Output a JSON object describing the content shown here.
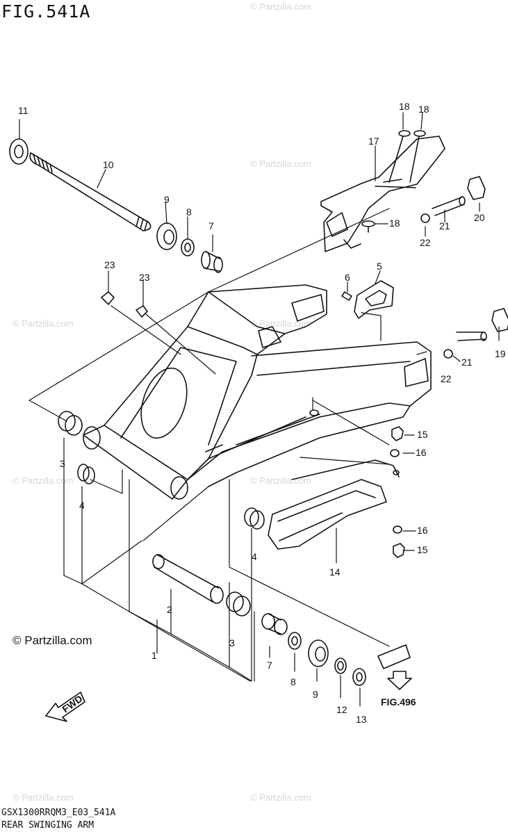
{
  "figure": {
    "title": "FIG.541A",
    "code": "GSX1300RRQM3_E03_541A",
    "caption": "REAR SWINGING ARM",
    "copyright": "© Partzilla.com",
    "watermark": "© Partzilla.com",
    "reference": "FIG.496",
    "fwd_label": "FWD"
  },
  "callouts": [
    {
      "n": "1"
    },
    {
      "n": "2"
    },
    {
      "n": "3"
    },
    {
      "n": "3"
    },
    {
      "n": "4"
    },
    {
      "n": "4"
    },
    {
      "n": "5"
    },
    {
      "n": "6"
    },
    {
      "n": "7"
    },
    {
      "n": "7"
    },
    {
      "n": "8"
    },
    {
      "n": "8"
    },
    {
      "n": "9"
    },
    {
      "n": "9"
    },
    {
      "n": "10"
    },
    {
      "n": "11"
    },
    {
      "n": "12"
    },
    {
      "n": "13"
    },
    {
      "n": "14"
    },
    {
      "n": "15"
    },
    {
      "n": "15"
    },
    {
      "n": "16"
    },
    {
      "n": "16"
    },
    {
      "n": "17"
    },
    {
      "n": "18"
    },
    {
      "n": "18"
    },
    {
      "n": "18"
    },
    {
      "n": "19"
    },
    {
      "n": "20"
    },
    {
      "n": "21"
    },
    {
      "n": "21"
    },
    {
      "n": "22"
    },
    {
      "n": "22"
    },
    {
      "n": "23"
    },
    {
      "n": "23"
    }
  ]
}
